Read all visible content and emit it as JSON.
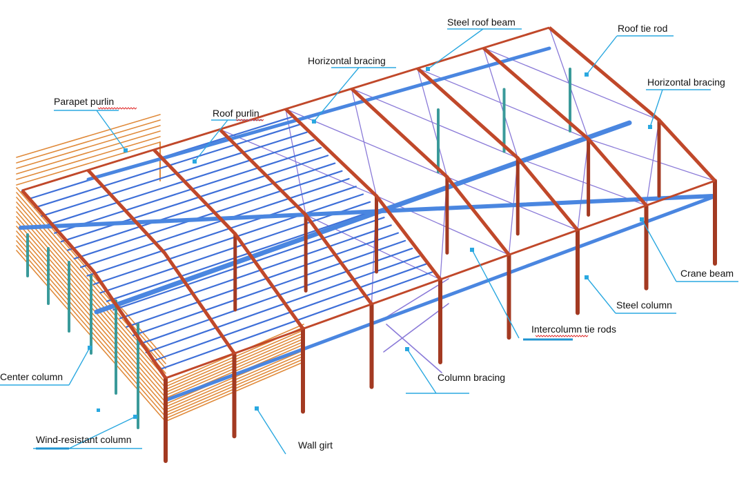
{
  "labels": {
    "steel_roof_beam": "Steel roof beam",
    "roof_tie_rod": "Roof tie rod",
    "horizontal_bracing_top": "Horizontal bracing",
    "horizontal_bracing_right": "Horizontal bracing",
    "parapet_purlin": "Parapet purlin",
    "roof_purlin": "Roof purlin",
    "crane_beam": "Crane beam",
    "steel_column": "Steel column",
    "intercolumn_tie_rods": "Intercolumn tie rods",
    "column_bracing": "Column bracing",
    "center_column": "Center column",
    "wind_resistant_column": "Wind-resistant column",
    "wall_girt": "Wall girt"
  },
  "colors": {
    "steel_frame": "#c0482a",
    "column_dark": "#a33a22",
    "purlin": "#3e6fd8",
    "crane_beam": "#4a86e0",
    "bracing": "#8a7ad8",
    "tie_rod": "#3a9a9a",
    "girt": "#e08a3a",
    "leader": "#2aa8e0"
  }
}
